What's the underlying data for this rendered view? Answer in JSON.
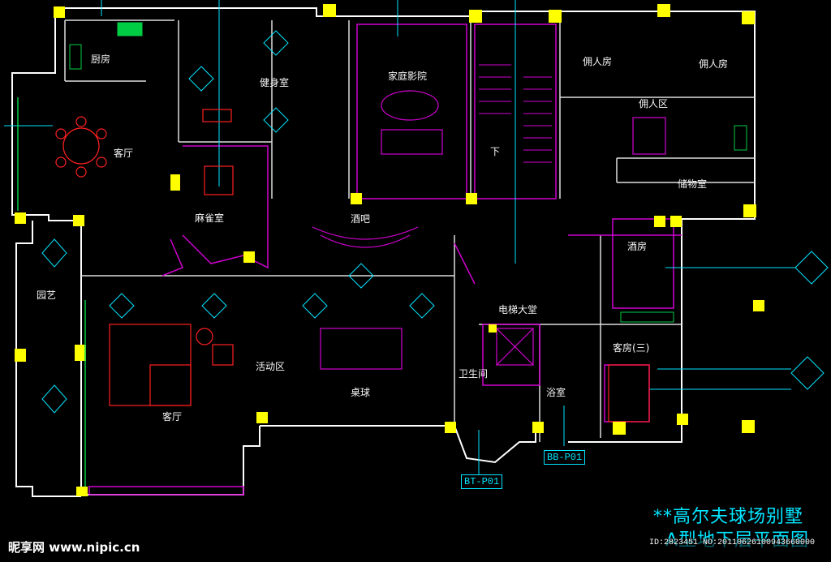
{
  "rooms": {
    "kitchen": "厨房",
    "living_top": "客厅",
    "gym": "健身室",
    "home_theater": "家庭影院",
    "stairs_down": "下",
    "maid_room_1": "佣人房",
    "maid_room_2": "佣人房",
    "maid_area": "佣人区",
    "storage": "储物室",
    "mahjong": "麻雀室",
    "bar": "酒吧",
    "wine_cellar": "酒房",
    "garden": "园艺",
    "activity": "活动区",
    "elevator_hall": "电梯大堂",
    "guest_room_3": "客房(三)",
    "bathroom": "卫生间",
    "shower": "浴室",
    "billiards": "桌球",
    "living_bottom": "客厅"
  },
  "tags": {
    "bb": "BB-P01",
    "bt": "BT-P01"
  },
  "title_block": {
    "line1": "**高尔夫球场别墅",
    "line2": "A型地下层平面图"
  },
  "watermark": {
    "site": "昵享网 www.nipic.cn",
    "id": "ID:2823451 NO:20110626100943660000"
  },
  "colors": {
    "wall": "#ffffff",
    "magenta": "#d000d0",
    "yellow": "#ffff00",
    "cyan": "#00e5ff",
    "red": "#ff2020",
    "green": "#00cc44"
  }
}
